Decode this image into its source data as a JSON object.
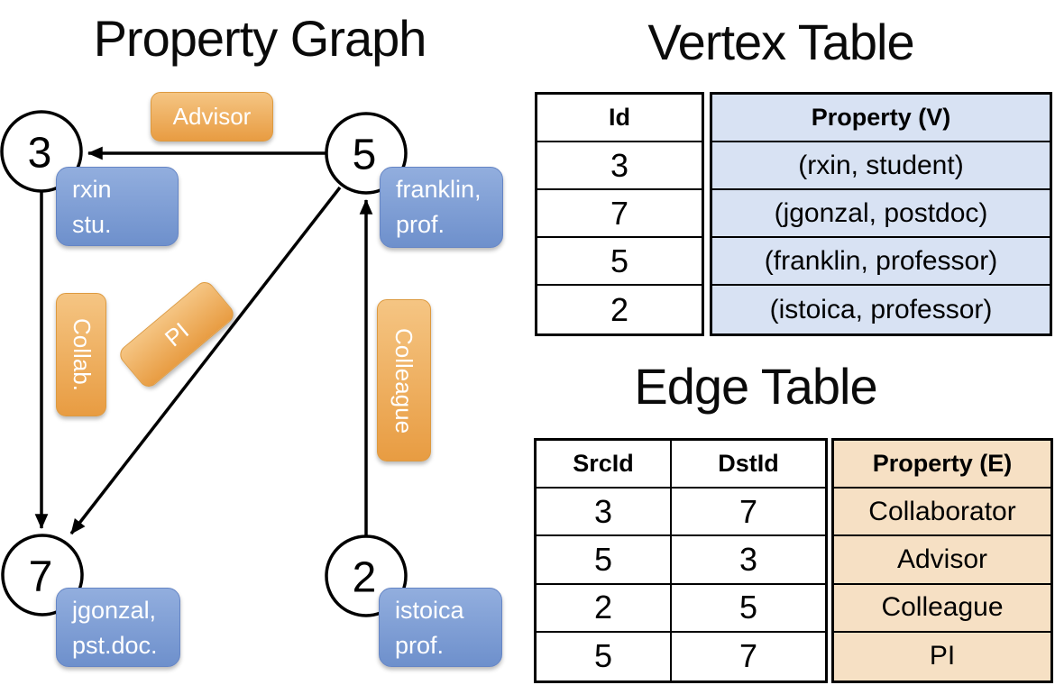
{
  "colors": {
    "orange-top": "#f5c583",
    "orange-bottom": "#e89c42",
    "orange-border": "#dd9a40",
    "blue-top": "#92aede",
    "blue-bottom": "#6e90cc",
    "blue-border": "#6585c5",
    "vertex-cell-bg": "#d8e2f3",
    "edge-cell-bg": "#f6e0c4",
    "line-color": "#000000"
  },
  "graph": {
    "title": "Property Graph",
    "vertices": [
      {
        "id": "3",
        "line1": "rxin",
        "line2": "stu."
      },
      {
        "id": "5",
        "line1": "franklin,",
        "line2": "prof."
      },
      {
        "id": "7",
        "line1": "jgonzal,",
        "line2": "pst.doc."
      },
      {
        "id": "2",
        "line1": "istoica",
        "line2": "prof."
      }
    ],
    "edge_labels": {
      "advisor": "Advisor",
      "collab": "Collab.",
      "pi": "PI",
      "colleague": "Colleague"
    }
  },
  "vertex_table": {
    "title": "Vertex Table",
    "col_id": "Id",
    "col_property": "Property (V)",
    "rows": [
      {
        "id": "3",
        "property": "(rxin, student)"
      },
      {
        "id": "7",
        "property": "(jgonzal, postdoc)"
      },
      {
        "id": "5",
        "property": "(franklin, professor)"
      },
      {
        "id": "2",
        "property": "(istoica, professor)"
      }
    ]
  },
  "edge_table": {
    "title": "Edge Table",
    "col_src": "SrcId",
    "col_dst": "DstId",
    "col_property": "Property (E)",
    "rows": [
      {
        "src": "3",
        "dst": "7",
        "property": "Collaborator"
      },
      {
        "src": "5",
        "dst": "3",
        "property": "Advisor"
      },
      {
        "src": "2",
        "dst": "5",
        "property": "Colleague"
      },
      {
        "src": "5",
        "dst": "7",
        "property": "PI"
      }
    ]
  }
}
